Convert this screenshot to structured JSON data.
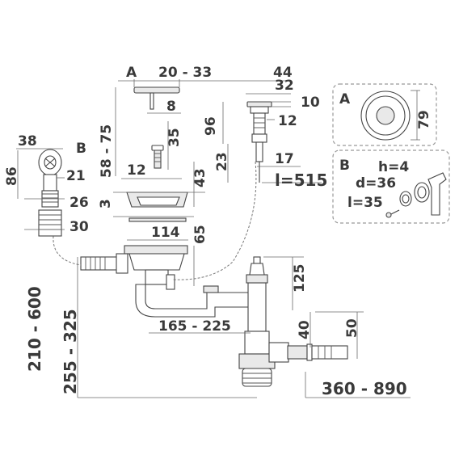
{
  "labels": {
    "a_top": "A",
    "d_20_33": "20 - 33",
    "d_44": "44",
    "d_32": "32",
    "d_10": "10",
    "d_8": "8",
    "d_58_75": "58 - 75",
    "d_96": "96",
    "d_12_right": "12",
    "d_35": "35",
    "d_23": "23",
    "d_17": "17",
    "d_l515": "l=515",
    "d_12_mid": "12",
    "d_43": "43",
    "d_3": "3",
    "d_114": "114",
    "d_65": "65",
    "d_125": "125",
    "d_165_225": "165 - 225",
    "d_40": "40",
    "d_50": "50",
    "d_360_890": "360 - 890",
    "d_210_600": "210 - 600",
    "d_255_325": "255 - 325",
    "d_38": "38",
    "b_left": "B",
    "d_86": "86",
    "d_21": "21",
    "d_26": "26",
    "d_30": "30"
  },
  "detail_a": {
    "letter": "A",
    "dim_79": "79"
  },
  "detail_b": {
    "letter": "B",
    "h": "h=4",
    "d": "d=36",
    "l": "l=35"
  }
}
